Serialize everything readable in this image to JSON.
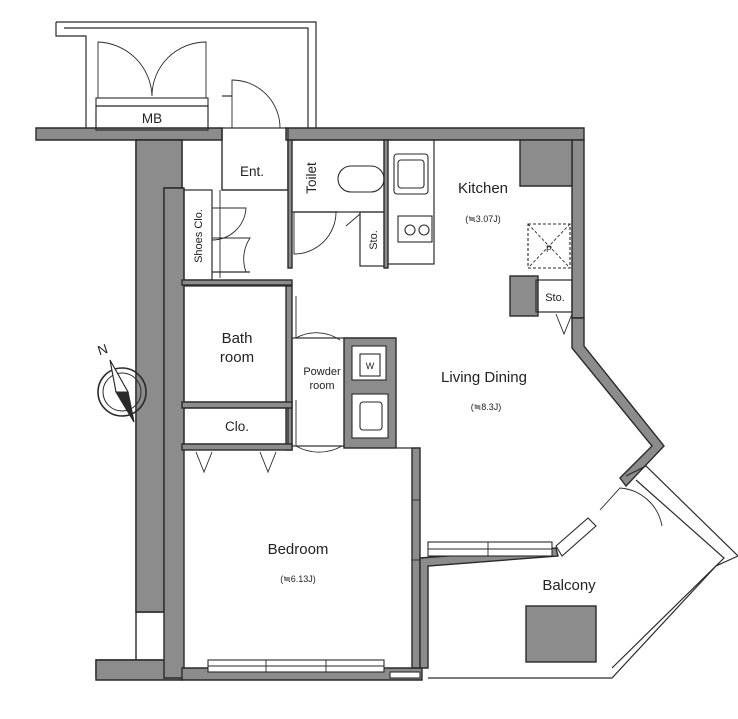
{
  "rooms": {
    "mb": "MB",
    "entrance": "Ent.",
    "toilet": "Toilet",
    "kitchen": "Kitchen",
    "kitchen_size": "(≒3.07J)",
    "shoes_closet": "Shoes Clo.",
    "storage_small": "Sto.",
    "storage_kitchen": "Sto.",
    "pipe_space": "P",
    "bath_line1": "Bath",
    "bath_line2": "room",
    "powder_line1": "Powder",
    "powder_line2": "room",
    "washer": "W",
    "closet": "Clo.",
    "living": "Living Dining",
    "living_size": "(≒8.3J)",
    "bedroom": "Bedroom",
    "bedroom_size": "(≒6.13J)",
    "balcony": "Balcony"
  },
  "compass": {
    "label": "N",
    "icon": "north-arrow-icon"
  },
  "colors": {
    "wall": "#8c8c8c",
    "line": "#2a2a2a",
    "background": "#ffffff"
  }
}
